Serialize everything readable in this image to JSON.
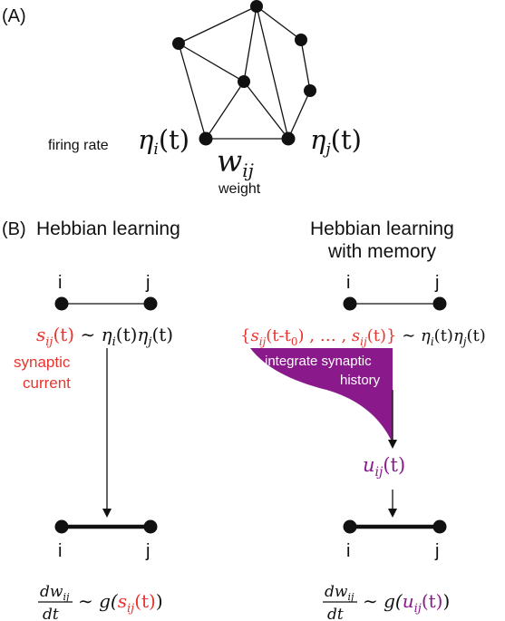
{
  "panelA": {
    "label": "(A)",
    "firing_rate": "firing rate",
    "eta_i": {
      "sym": "η",
      "sub": "i",
      "arg": "(t)"
    },
    "eta_j": {
      "sym": "η",
      "sub": "j",
      "arg": "(t)"
    },
    "w": {
      "sym": "w",
      "sub": "ij"
    },
    "weight": "weight"
  },
  "panelB": {
    "label": "(B)",
    "left": {
      "title": "Hebbian learning",
      "node_i": "i",
      "node_j": "j",
      "s_sym": "s",
      "s_sub": "ij",
      "s_arg": "(t)",
      "sim": "∼",
      "eta_i_sym": "η",
      "eta_i_sub": "i",
      "eta_arg": "(t)",
      "eta_j_sym": "η",
      "eta_j_sub": "j",
      "syn_line1": "synaptic",
      "syn_line2": "current",
      "bottom_i": "i",
      "bottom_j": "j",
      "dw": "dw",
      "dw_sub": "ij",
      "dt": "dt",
      "g": "g(",
      "close": ")"
    },
    "right": {
      "title_line1": "Hebbian learning",
      "title_line2": "with memory",
      "node_i": "i",
      "node_j": "j",
      "brace_open": "{",
      "s1": "s",
      "s1_sub": "ij",
      "s1_arg": "(t-t",
      "s1_arg_sub": "0",
      "s1_close": ")",
      "comma1": ",",
      "dots": "…",
      "comma2": ",",
      "s2": "s",
      "s2_sub": "ij",
      "s2_arg": "(t)",
      "brace_close": "}",
      "sim": "∼",
      "integrate_line1": "integrate synaptic",
      "integrate_line2": "history",
      "u_sym": "u",
      "u_sub": "ij",
      "u_arg": "(t)",
      "bottom_i": "i",
      "bottom_j": "j",
      "dw": "dw",
      "dw_sub": "ij",
      "dt": "dt",
      "g": "g(",
      "close": ")"
    }
  },
  "colors": {
    "red": "#e8342e",
    "purple": "#8a1a8c",
    "ink": "#111111"
  }
}
